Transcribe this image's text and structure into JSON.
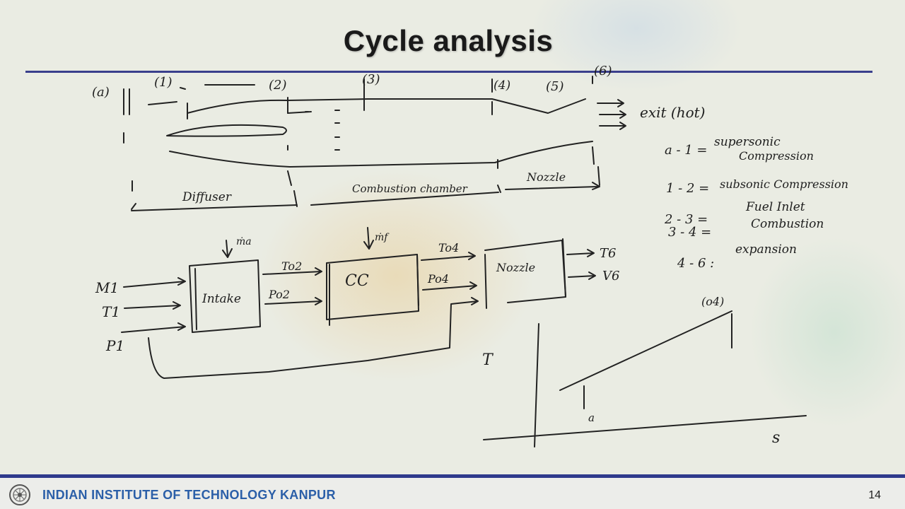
{
  "slide": {
    "title": "Cycle analysis",
    "footer_institute": "INDIAN INSTITUTE OF TECHNOLOGY KANPUR",
    "page_number": "14"
  },
  "engine_sketch": {
    "station_labels": [
      "(a)",
      "(1)",
      "(2)",
      "(3)",
      "(4)",
      "(5)",
      "(6)"
    ],
    "exit_label": "exit (hot)",
    "section_labels": [
      "Diffuser",
      "Combustion chamber",
      "Nozzle"
    ]
  },
  "process_notes": [
    {
      "range": "a - 1 =",
      "text": "supersonic",
      "text2": "Compression"
    },
    {
      "range": "1 - 2 =",
      "text": "subsonic Compression"
    },
    {
      "range": "2 - 3 =",
      "text": "Fuel Inlet"
    },
    {
      "range": "3 - 4 =",
      "text": "Combustion"
    },
    {
      "range": "4 - 6 :",
      "text": "expansion"
    }
  ],
  "block_diagram": {
    "inputs": [
      "M1",
      "T1",
      "P1"
    ],
    "blocks": [
      "Intake",
      "CC",
      "Nozzle"
    ],
    "intake_to_cc": [
      "To2",
      "Po2"
    ],
    "cc_to_nozzle": [
      "To4",
      "Po4"
    ],
    "outputs": [
      "T6",
      "V6"
    ],
    "intake_fuel_input": "ṁa",
    "cc_fuel_input": "ṁf"
  },
  "ts_diagram": {
    "y_axis": "T",
    "x_axis": "s",
    "point_low": "a",
    "point_high": "(o4)"
  }
}
